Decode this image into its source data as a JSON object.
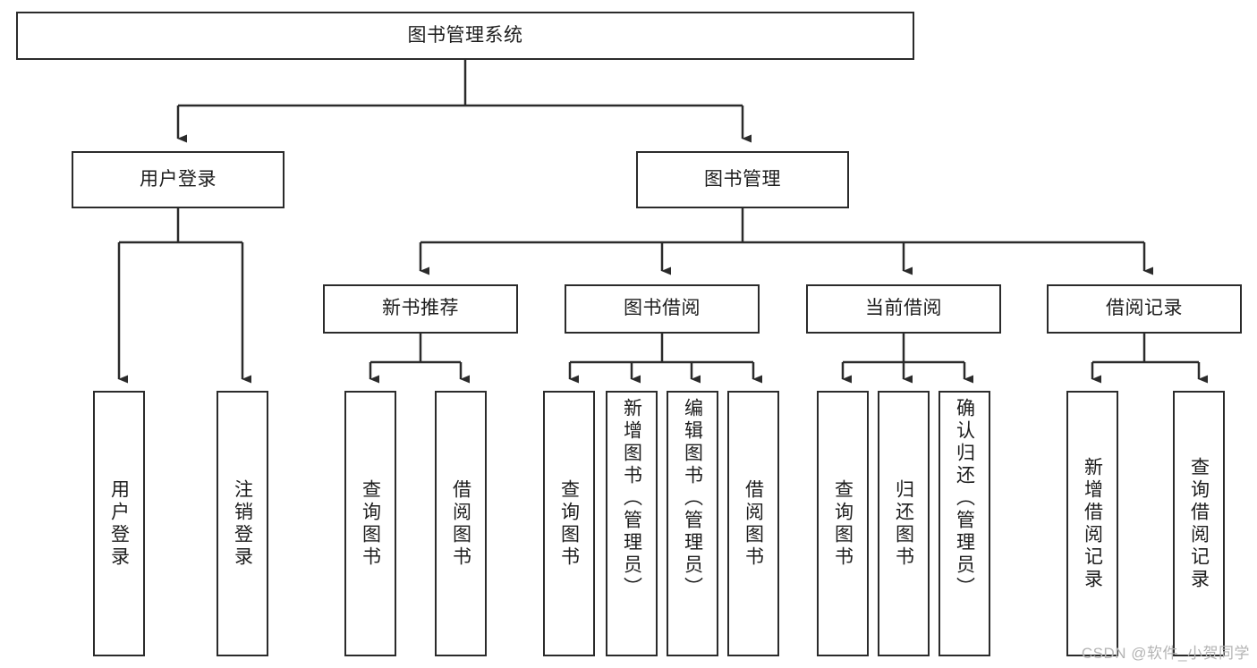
{
  "diagram": {
    "title": "图书管理系统",
    "type": "tree-hierarchy-diagram",
    "root": {
      "label": "图书管理系统"
    },
    "level2": [
      {
        "label": "用户登录"
      },
      {
        "label": "图书管理"
      }
    ],
    "level3": [
      {
        "label": "新书推荐"
      },
      {
        "label": "图书借阅"
      },
      {
        "label": "当前借阅"
      },
      {
        "label": "借阅记录"
      }
    ],
    "leaves": {
      "user_login": [
        {
          "label": "用户登录"
        },
        {
          "label": "注销登录"
        }
      ],
      "new_book_recommend": [
        {
          "label": "查询图书"
        },
        {
          "label": "借阅图书"
        }
      ],
      "book_borrow": [
        {
          "label": "查询图书"
        },
        {
          "label": "新增图书（管理员）"
        },
        {
          "label": "编辑图书（管理员）"
        },
        {
          "label": "借阅图书"
        }
      ],
      "current_borrow": [
        {
          "label": "查询图书"
        },
        {
          "label": "归还图书"
        },
        {
          "label": "确认归还（管理员）"
        }
      ],
      "borrow_record": [
        {
          "label": "新增借阅记录"
        },
        {
          "label": "查询借阅记录"
        }
      ]
    }
  },
  "watermark": {
    "text": "CSDN @软件_小贺同学"
  },
  "colors": {
    "border": "#2b2b2b",
    "text": "#1d1d1d",
    "background": "#ffffff",
    "watermark": "#b4b4b4"
  }
}
